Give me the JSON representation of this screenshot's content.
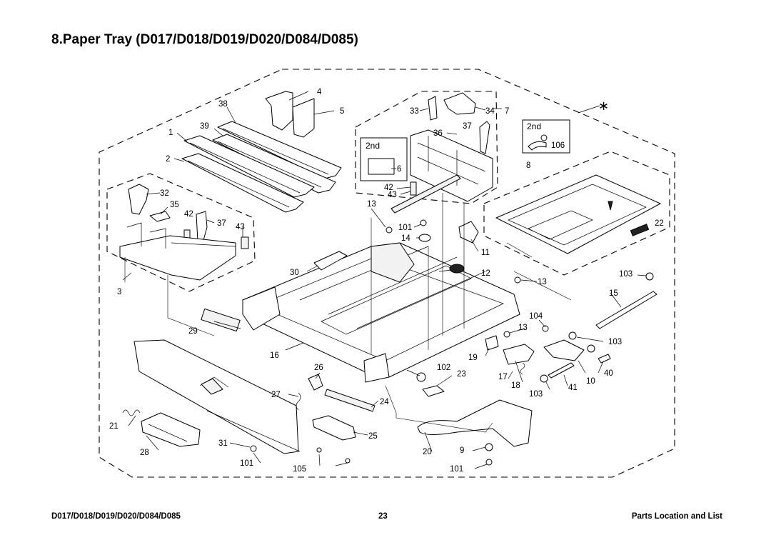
{
  "title": "8.Paper Tray (D017/D018/D019/D020/D084/D085)",
  "footer": {
    "left": "D017/D018/D019/D020/D084/D085",
    "page": "23",
    "right": "Parts Location and List"
  },
  "diagram": {
    "star": "∗",
    "callout_2nd_a": "2nd",
    "callout_2nd_b": "2nd",
    "labels": {
      "l4": "4",
      "l38": "38",
      "l5": "5",
      "l39": "39",
      "l1": "1",
      "l2": "2",
      "l33": "33",
      "l34": "34",
      "l7": "7",
      "l36": "36",
      "l37a": "37",
      "l106": "106",
      "l6": "6",
      "l42a": "42",
      "l43a": "43",
      "l8": "8",
      "l32": "32",
      "l35": "35",
      "l42b": "42",
      "l37b": "37",
      "l43b": "43",
      "l13a": "13",
      "l101a": "101",
      "l14": "14",
      "l11": "11",
      "l22": "22",
      "l30": "30",
      "l12": "12",
      "l3": "3",
      "l103a": "103",
      "l13b": "13",
      "l15": "15",
      "l29": "29",
      "l104": "104",
      "l13c": "13",
      "l103b": "103",
      "l16": "16",
      "l19": "19",
      "l26": "26",
      "l102": "102",
      "l23": "23",
      "l17": "17",
      "l18": "18",
      "l10": "10",
      "l40": "40",
      "l27": "27",
      "l103c": "103",
      "l41": "41",
      "l24": "24",
      "l21": "21",
      "l25": "25",
      "l31": "31",
      "l28": "28",
      "l20": "20",
      "l9": "9",
      "l101b": "101",
      "l105": "105",
      "l101c": "101"
    }
  }
}
